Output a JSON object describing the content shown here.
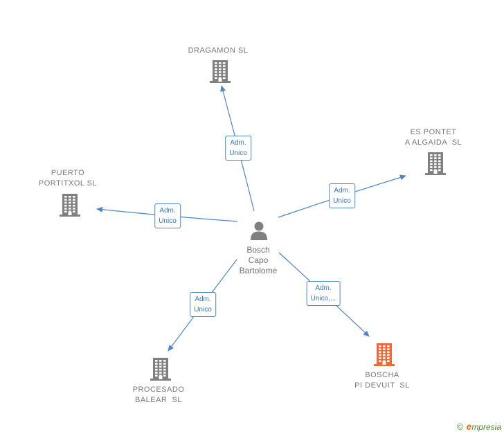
{
  "colors": {
    "building": "#808080",
    "building_highlight": "#f06a35",
    "person": "#808080",
    "edge": "#4a86c8"
  },
  "center": {
    "icon": "person-icon",
    "label": "Bosch\nCapo\nBartolome"
  },
  "companies": [
    {
      "id": "dragamon",
      "label": "DRAGAMON SL",
      "icon": "building-icon",
      "highlight": false
    },
    {
      "id": "es-pontet",
      "label": "ES PONTET\nA ALGAIDA  SL",
      "icon": "building-icon",
      "highlight": false
    },
    {
      "id": "puerto-portitxol",
      "label": "PUERTO\nPORTITXOL SL",
      "icon": "building-icon",
      "highlight": false
    },
    {
      "id": "procesado-balear",
      "label": "PROCESADO\nBALEAR  SL",
      "icon": "building-icon",
      "highlight": false
    },
    {
      "id": "boscha-pi-devuit",
      "label": "BOSCHA\nPI DEVUIT  SL",
      "icon": "building-icon",
      "highlight": true
    }
  ],
  "edges": [
    {
      "to": "dragamon",
      "label": "Adm.\nUnico"
    },
    {
      "to": "es-pontet",
      "label": "Adm.\nUnico"
    },
    {
      "to": "puerto-portitxol",
      "label": "Adm.\nUnico"
    },
    {
      "to": "procesado-balear",
      "label": "Adm.\nUnico"
    },
    {
      "to": "boscha-pi-devuit",
      "label": "Adm.\nUnico,..."
    }
  ],
  "footer": {
    "copyright": "©",
    "brand_initial": "e",
    "brand_rest": "mpresia"
  }
}
